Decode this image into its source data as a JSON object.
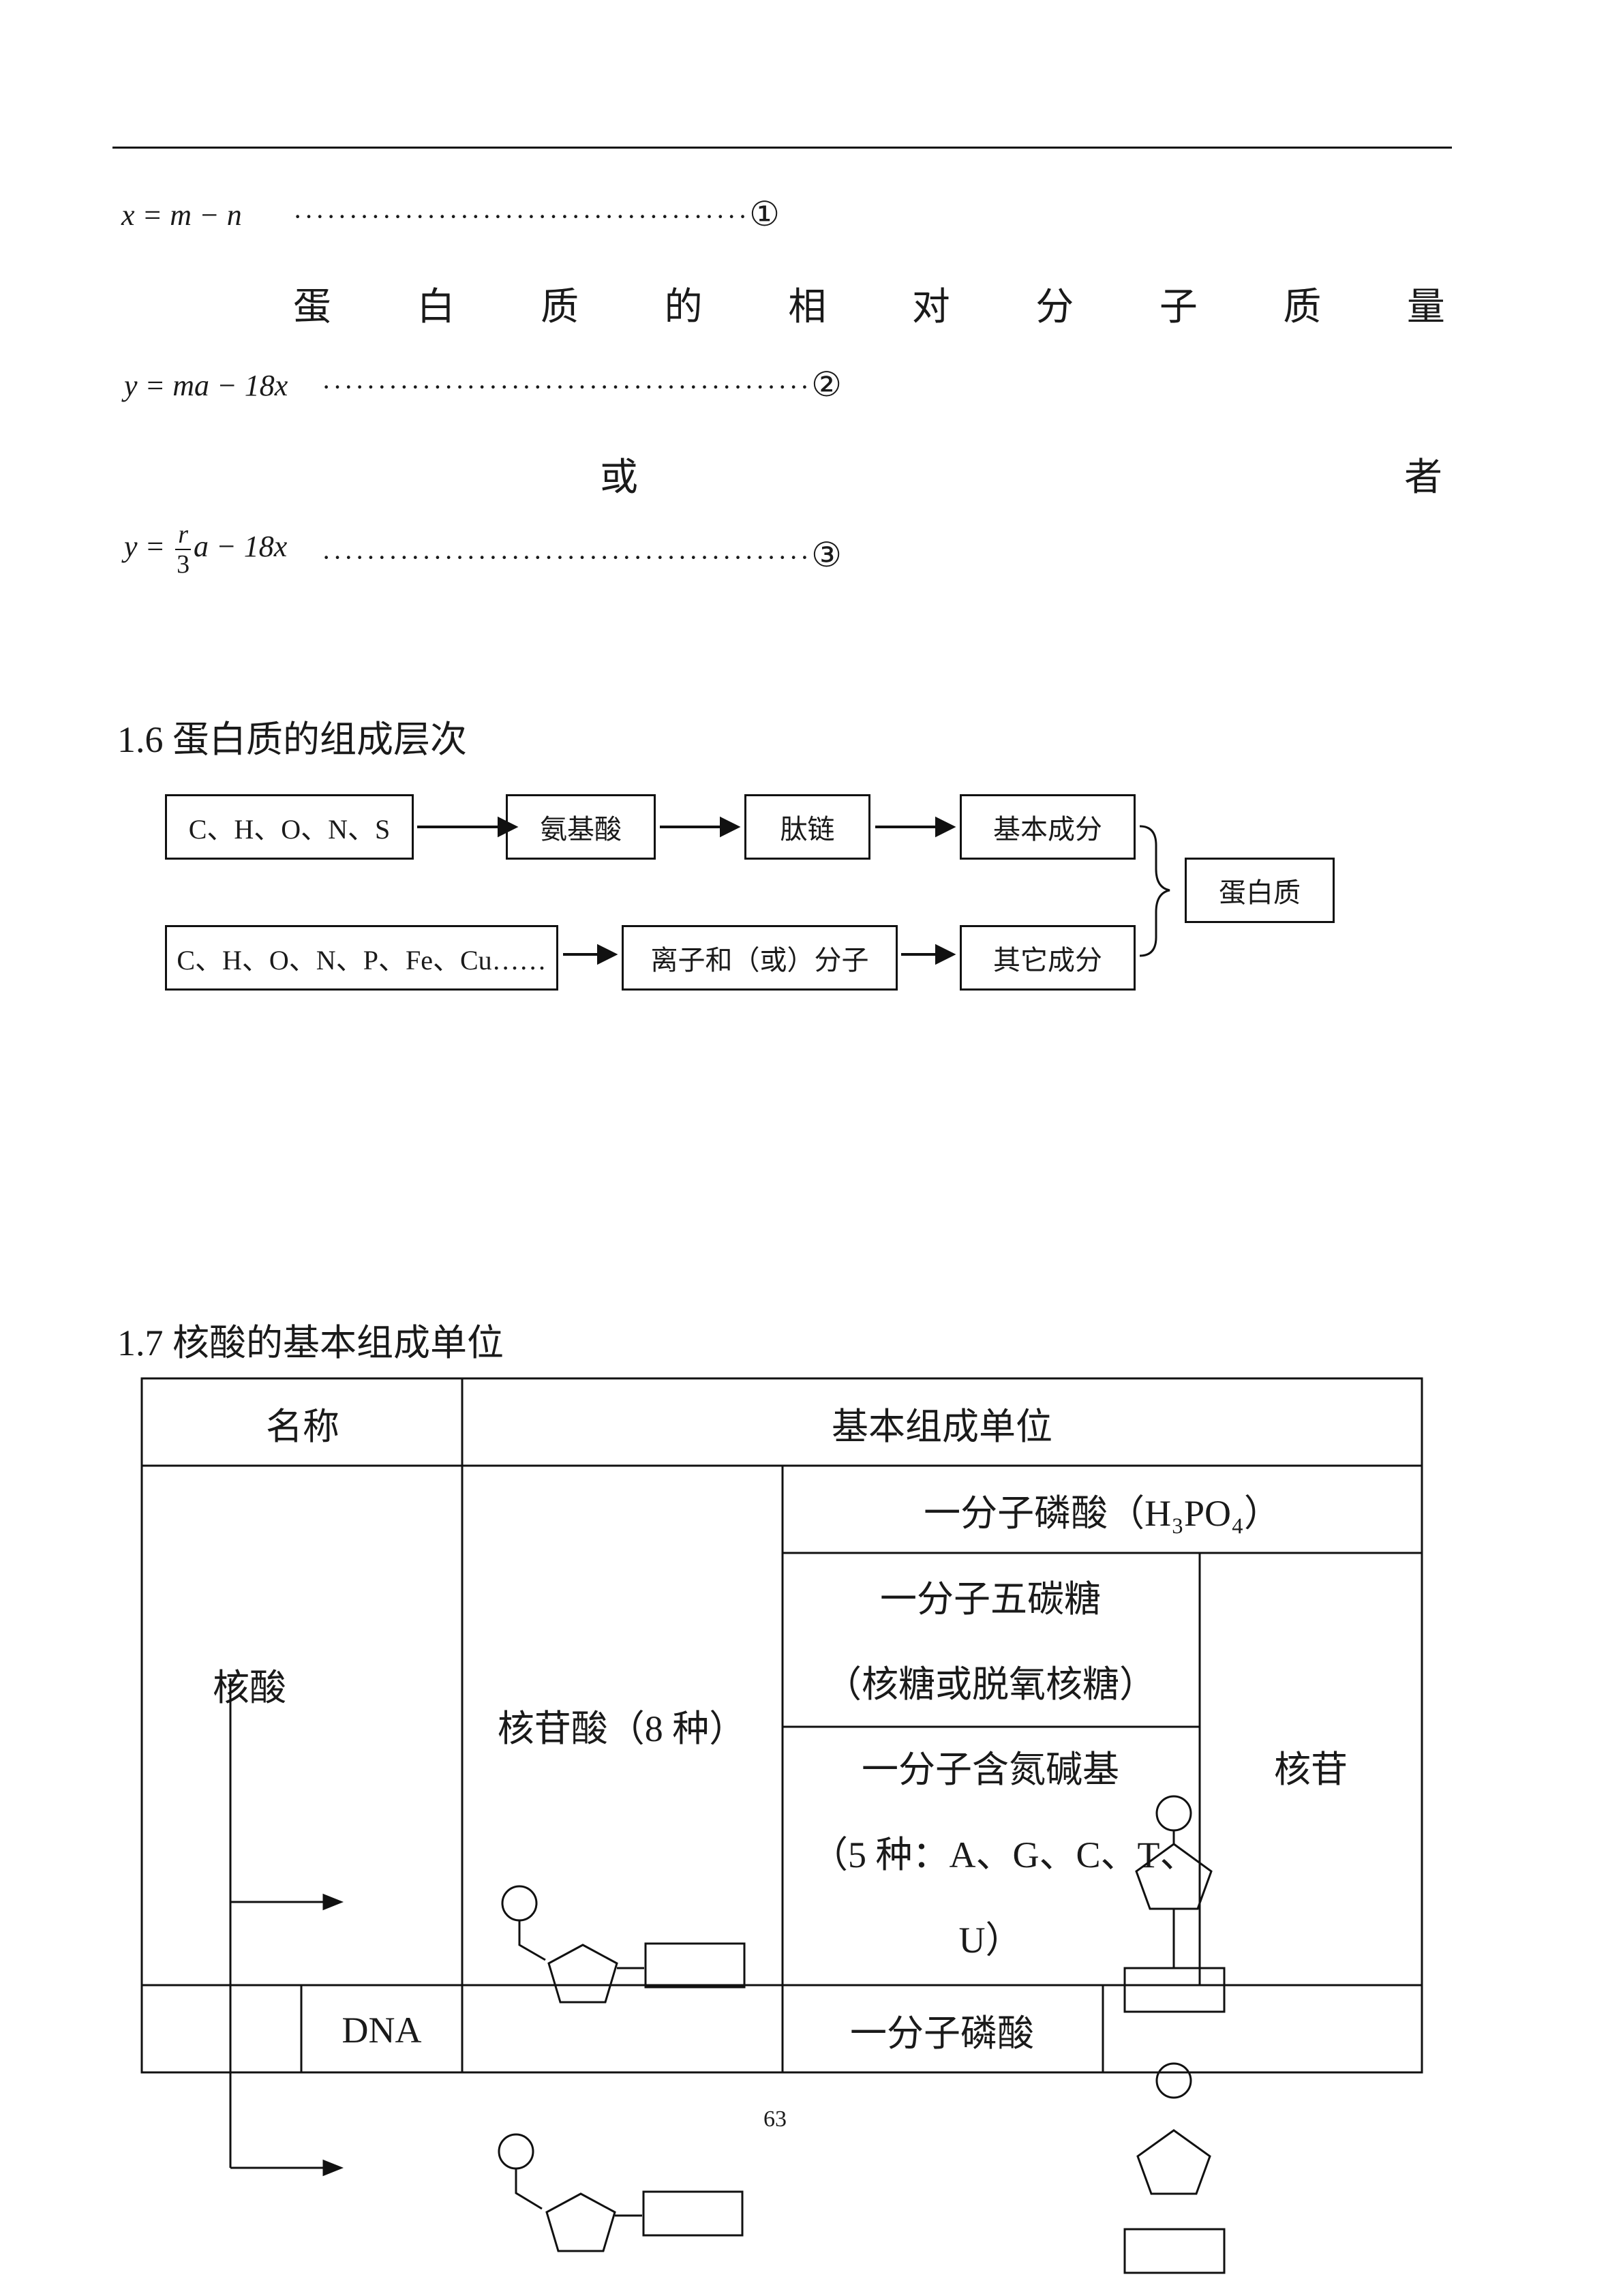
{
  "formulas": {
    "f1": "x = m − n",
    "f1_marker": "①",
    "protein_mass_label": "蛋白质的相对分子质量",
    "f2": "y = ma − 18x",
    "f2_marker": "②",
    "or_label": "或者",
    "f3_prefix": "y = ",
    "f3_num": "r",
    "f3_den": "3",
    "f3_suffix": "a − 18x",
    "f3_marker": "③"
  },
  "section_16": {
    "heading": "1.6 蛋白质的组成层次",
    "row1": [
      "C、H、O、N、S",
      "氨基酸",
      "肽链",
      "基本成分"
    ],
    "row2": [
      "C、H、O、N、P、Fe、Cu……",
      "离子和（或）分子",
      "其它成分"
    ],
    "result": "蛋白质"
  },
  "section_17": {
    "heading": "1.7 核酸的基本组成单位",
    "table": {
      "col_name": "名称",
      "col_unit": "基本组成单位",
      "nucleic_acid": "核酸",
      "nucleotide": "核苷酸（8 种）",
      "phosphate": "一分子磷酸（H₃PO₄）",
      "sugar_line1": "一分子五碳糖",
      "sugar_line2": "（核糖或脱氧核糖）",
      "base_line1": "一分子含氮碱基",
      "base_line2": "（5 种：A、G、C、T、",
      "base_line3": "U）",
      "nucleoside": "核苷",
      "dna": "DNA",
      "dna_phosphate": "一分子磷酸"
    }
  },
  "page_number": "63"
}
